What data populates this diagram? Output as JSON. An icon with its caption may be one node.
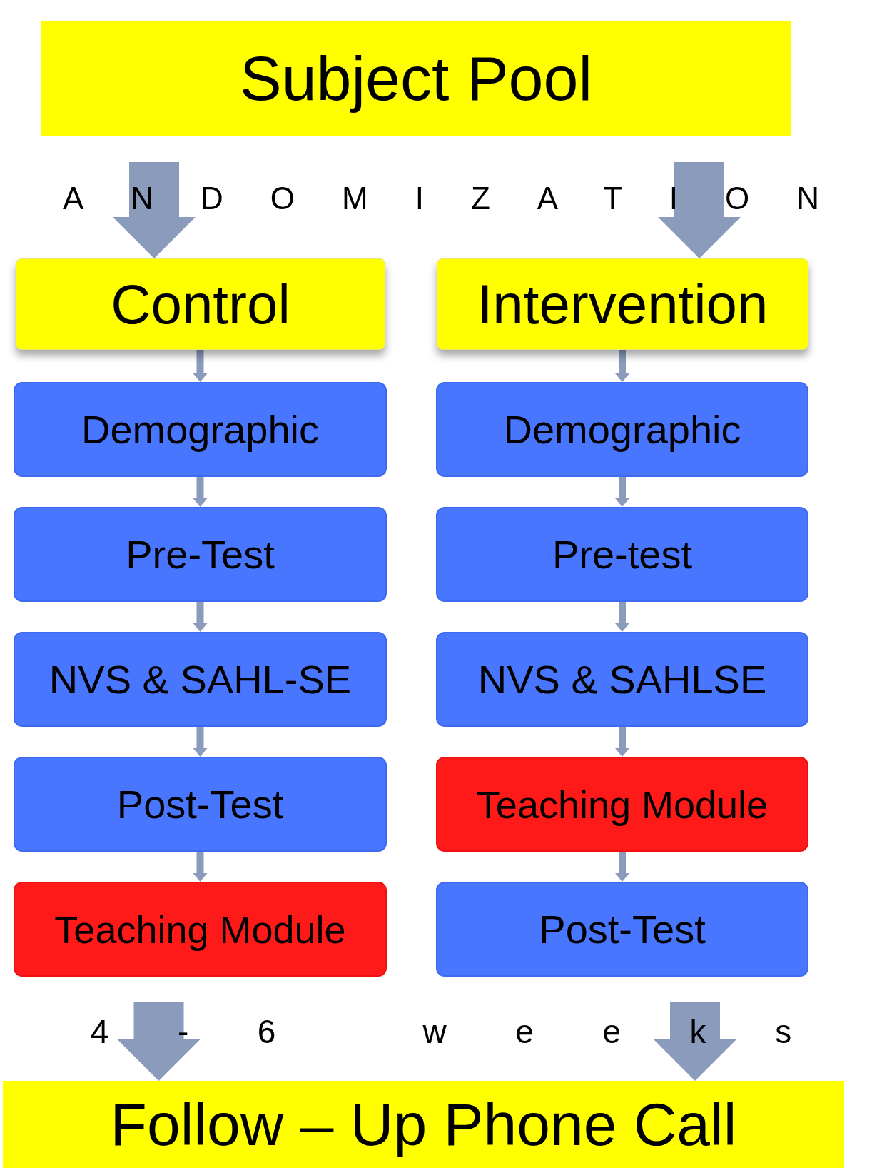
{
  "diagram": {
    "nodes": [
      {
        "text": [
          "Subject Pool"
        ]
      },
      {
        "text": [
          "Control"
        ]
      },
      {
        "text": [
          "Demographic"
        ]
      },
      {
        "text": [
          "Pre-Test"
        ]
      },
      {
        "text": [
          "NVS & SAHL-SE"
        ]
      },
      {
        "text": [
          "Post-Test"
        ]
      },
      {
        "text": [
          "Teaching Module"
        ]
      },
      {
        "text": [
          "Intervention"
        ]
      },
      {
        "text": [
          "Demographic"
        ]
      },
      {
        "text": [
          "Pre-test"
        ]
      },
      {
        "text": [
          "NVS & SAHLSE"
        ]
      },
      {
        "text": [
          "Teaching Module"
        ]
      },
      {
        "text": [
          "Post-Test"
        ]
      },
      {
        "text": [
          "Follow – Up Phone Call"
        ]
      }
    ],
    "edges": [
      {
        "from": 0,
        "to": 1,
        "arrow": "to",
        "style": "thick"
      },
      {
        "from": 0,
        "to": 7,
        "arrow": "to",
        "style": "thick"
      },
      {
        "from": 1,
        "to": 2,
        "arrow": "to"
      },
      {
        "from": 2,
        "to": 3,
        "arrow": "to"
      },
      {
        "from": 3,
        "to": 4,
        "arrow": "to"
      },
      {
        "from": 4,
        "to": 5,
        "arrow": "to"
      },
      {
        "from": 5,
        "to": 6,
        "arrow": "to"
      },
      {
        "from": 7,
        "to": 8,
        "arrow": "to"
      },
      {
        "from": 8,
        "to": 9,
        "arrow": "to"
      },
      {
        "from": 9,
        "to": 10,
        "arrow": "to"
      },
      {
        "from": 10,
        "to": 11,
        "arrow": "to"
      },
      {
        "from": 11,
        "to": 12,
        "arrow": "to"
      },
      {
        "from": 6,
        "to": 13,
        "arrow": "to",
        "style": "thick"
      },
      {
        "from": 12,
        "to": 13,
        "arrow": "to",
        "style": "thick"
      }
    ],
    "labels": [
      "ANDOMIZATION",
      "4-6 weeks"
    ]
  }
}
